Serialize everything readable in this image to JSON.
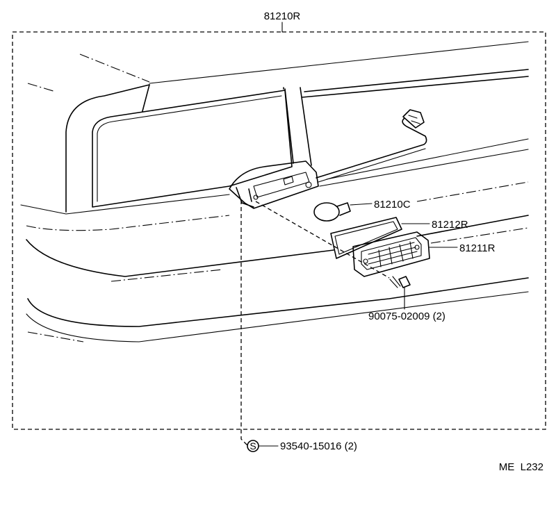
{
  "assembly": {
    "part_number": "81210R"
  },
  "callouts": {
    "bulb": "81210C",
    "gasket": "81212R",
    "lens": "81211R",
    "screw": "90075-02009 (2)",
    "stud": "93540-15016 (2)",
    "stud_symbol": "S"
  },
  "figure_code": "ME  L232"
}
